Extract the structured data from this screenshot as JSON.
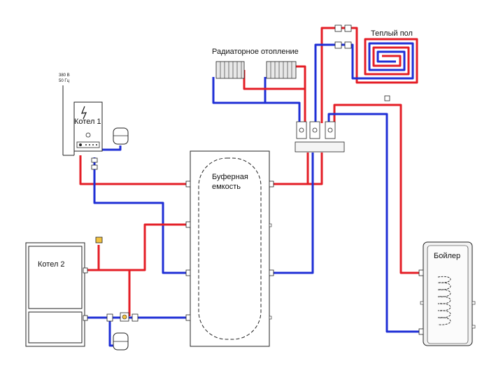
{
  "labels": {
    "power_voltage": "380 В",
    "power_freq": "50 Гц",
    "boiler1": "Котел 1",
    "boiler2": "Котел 2",
    "radiator_heating": "Радиаторное отопление",
    "floor_heating": "Теплый пол",
    "buffer_line1": "Буферная",
    "buffer_line2": "емкость",
    "dhw_boiler": "Бойлер"
  },
  "colors": {
    "supply": "#e41e26",
    "return": "#1f2fd6"
  },
  "icons": {
    "electric": "lightning-icon",
    "pump": "pump-icon",
    "valve": "valve-icon",
    "tank": "expansion-tank-icon"
  }
}
